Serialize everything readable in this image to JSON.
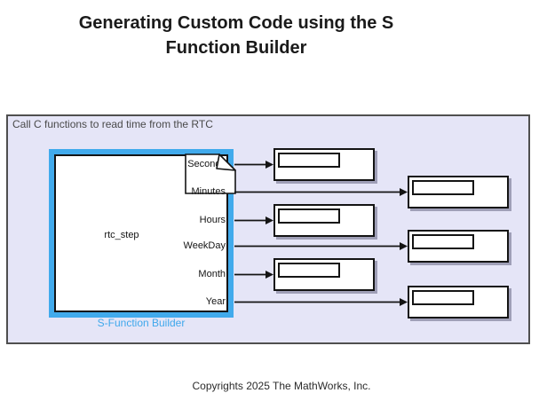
{
  "title": {
    "line1": "Generating Custom Code using the S",
    "line2": "Function Builder"
  },
  "canvas": {
    "caption": "Call C functions to read time from the RTC"
  },
  "sfunction_block": {
    "name": "rtc_step",
    "caption": "S-Function Builder",
    "ports": [
      "Seconds",
      "Minutes",
      "Hours",
      "WeekDay",
      "Month",
      "Year"
    ]
  },
  "displays": {
    "values": [
      "",
      "",
      "",
      "",
      "",
      ""
    ]
  },
  "footer": {
    "copyright": "Copyrights 2025 The MathWorks, Inc."
  },
  "colors": {
    "selection_blue": "#41AAEC",
    "block_label_blue": "#3FA8EC",
    "canvas_fill": "#E5E5F7"
  }
}
